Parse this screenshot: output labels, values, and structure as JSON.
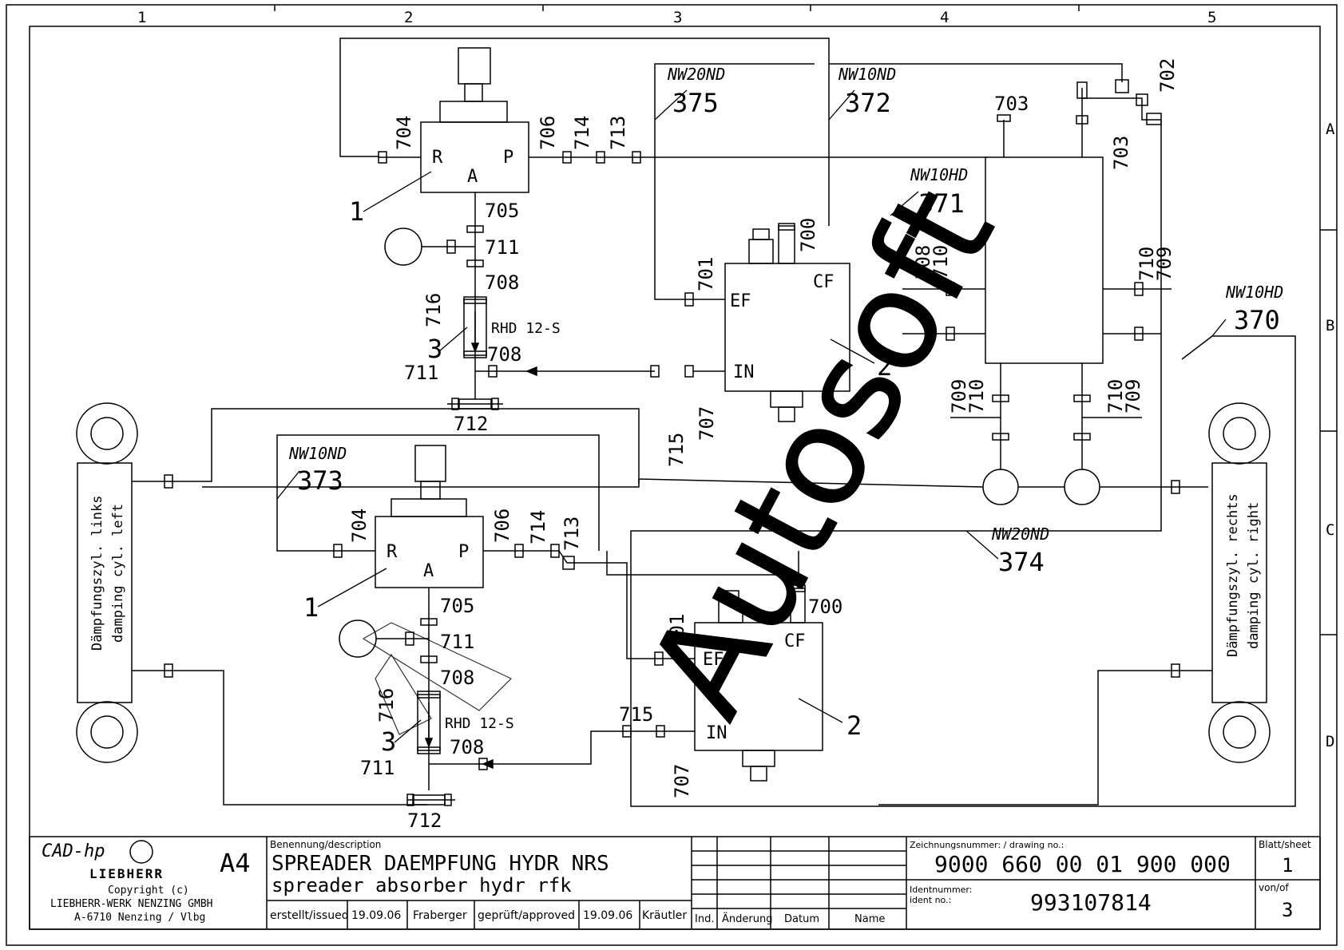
{
  "frame": {
    "columns": [
      "1",
      "2",
      "3",
      "4",
      "5"
    ],
    "rows": [
      "A",
      "B",
      "C",
      "D"
    ]
  },
  "diagram": {
    "line_labels": {
      "nw20nd_top": "NW20ND",
      "n375": "375",
      "nw10nd_top": "NW10ND",
      "n372": "372",
      "nw10hd_mid": "NW10HD",
      "n371": "371",
      "nw10hd_right": "NW10HD",
      "n370": "370",
      "nw10nd_low": "NW10ND",
      "n373": "373",
      "nw20nd_low": "NW20ND",
      "n374": "374"
    },
    "valve": {
      "r": "R",
      "a": "A",
      "p": "P"
    },
    "filter": {
      "ef": "EF",
      "cf": "CF",
      "in": "IN"
    },
    "throttle_label": "RHD 12-S",
    "cylinder_left_de": "Dämpfungszyl. links",
    "cylinder_left_en": "damping cyl. left",
    "cylinder_right_de": "Dämpfungszyl. rechts",
    "cylinder_right_en": "damping cyl. right",
    "watermark": "Autosoft",
    "item_numbers": {
      "top_704": "704",
      "top_706": "706",
      "top_714": "714",
      "top_713": "713",
      "top_705": "705",
      "top_711a": "711",
      "top_708a": "708",
      "top_716": "716",
      "top_3": "3",
      "top_711b": "711",
      "top_708b": "708",
      "top_1": "1",
      "top_2": "2",
      "top_701": "701",
      "top_700": "700",
      "top_707": "707",
      "top_715": "715",
      "top_712": "712",
      "r_703a": "703",
      "r_702": "702",
      "r_703b": "703",
      "r_708": "708",
      "r_710a": "710",
      "r_710b": "710",
      "r_709a": "709",
      "r_709b": "709",
      "r_710c": "710",
      "r_710d": "710",
      "r_709c": "709",
      "low_704": "704",
      "low_706": "706",
      "low_714": "714",
      "low_713": "713",
      "low_705": "705",
      "low_711a": "711",
      "low_708a": "708",
      "low_716": "716",
      "low_3": "3",
      "low_711b": "711",
      "low_708b": "708",
      "low_1": "1",
      "low_712": "712",
      "low_701": "701",
      "low_700": "700",
      "low_715": "715",
      "low_2": "2",
      "low_707": "707"
    }
  },
  "title_block": {
    "cad": "CAD-hp",
    "company": "LIEBHERR",
    "format": "A4",
    "copyright": "Copyright (c)",
    "company_full": "LIEBHERR-WERK NENZING GMBH",
    "address": "A-6710 Nenzing / Vlbg",
    "description_label": "Benennung/description",
    "description_de": "SPREADER DAEMPFUNG HYDR NRS",
    "description_en": "spreader absorber hydr rfk",
    "issued_label": "erstellt/issued",
    "issued_date": "19.09.06",
    "issued_by": "Fraberger",
    "approved_label": "geprüft/approved",
    "approved_date": "19.09.06",
    "approved_by": "Kräutler",
    "rev_ind": "Ind.",
    "rev_change": "Änderung",
    "rev_date": "Datum",
    "rev_name": "Name",
    "drawing_label": "Zeichnungsnummer: / drawing no.:",
    "drawing_no": "9000 660 00 01 900 000",
    "ident_label": "Identnummer:",
    "ident_label_en": "ident no.:",
    "ident_no": "993107814",
    "sheet_label": "Blatt/sheet",
    "sheet": "1",
    "of_label": "von/of",
    "of": "3"
  }
}
